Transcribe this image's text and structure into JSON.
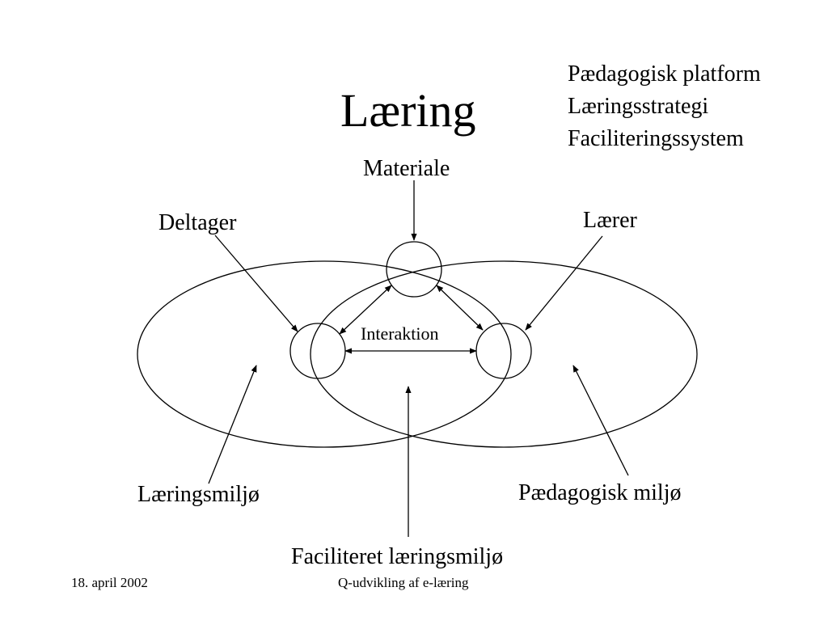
{
  "slide": {
    "title": "Læring",
    "top_right": [
      "Pædagogisk platform",
      "Læringsstrategi",
      "Faciliteringssystem"
    ],
    "labels": {
      "materiale": "Materiale",
      "deltager": "Deltager",
      "laerer": "Lærer",
      "interaktion": "Interaktion",
      "laeringsmiljo": "Læringsmiljø",
      "paedagogisk_miljo": "Pædagogisk miljø",
      "faciliteret": "Faciliteret læringsmiljø"
    },
    "footer": {
      "date": "18. april 2002",
      "center": "Q-udvikling af e-læring"
    }
  },
  "colors": {
    "line": "#000000",
    "background": "#ffffff"
  }
}
